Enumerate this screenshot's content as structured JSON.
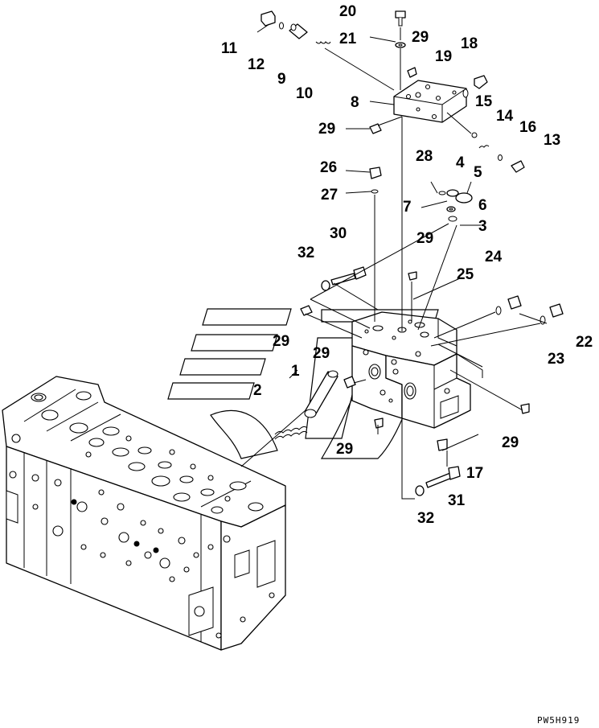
{
  "drawing_code": "PW5H919",
  "callouts": [
    {
      "id": "c20",
      "text": "20"
    },
    {
      "id": "c11",
      "text": "11"
    },
    {
      "id": "c12",
      "text": "12"
    },
    {
      "id": "c9",
      "text": "9"
    },
    {
      "id": "c10",
      "text": "10"
    },
    {
      "id": "c21",
      "text": "21"
    },
    {
      "id": "c29a",
      "text": "29"
    },
    {
      "id": "c18",
      "text": "18"
    },
    {
      "id": "c19",
      "text": "19"
    },
    {
      "id": "c8",
      "text": "8"
    },
    {
      "id": "c15",
      "text": "15"
    },
    {
      "id": "c14",
      "text": "14"
    },
    {
      "id": "c29b",
      "text": "29"
    },
    {
      "id": "c16",
      "text": "16"
    },
    {
      "id": "c13",
      "text": "13"
    },
    {
      "id": "c28",
      "text": "28"
    },
    {
      "id": "c4",
      "text": "4"
    },
    {
      "id": "c26",
      "text": "26"
    },
    {
      "id": "c5",
      "text": "5"
    },
    {
      "id": "c27",
      "text": "27"
    },
    {
      "id": "c7",
      "text": "7"
    },
    {
      "id": "c6",
      "text": "6"
    },
    {
      "id": "c3",
      "text": "3"
    },
    {
      "id": "c30",
      "text": "30"
    },
    {
      "id": "c29c",
      "text": "29"
    },
    {
      "id": "c32a",
      "text": "32"
    },
    {
      "id": "c24",
      "text": "24"
    },
    {
      "id": "c25",
      "text": "25"
    },
    {
      "id": "c29d",
      "text": "29"
    },
    {
      "id": "c29e",
      "text": "29"
    },
    {
      "id": "c22",
      "text": "22"
    },
    {
      "id": "c23",
      "text": "23"
    },
    {
      "id": "c1",
      "text": "1"
    },
    {
      "id": "c2",
      "text": "2"
    },
    {
      "id": "c29f",
      "text": "29"
    },
    {
      "id": "c29g",
      "text": "29"
    },
    {
      "id": "c17",
      "text": "17"
    },
    {
      "id": "c31",
      "text": "31"
    },
    {
      "id": "c32b",
      "text": "32"
    }
  ]
}
